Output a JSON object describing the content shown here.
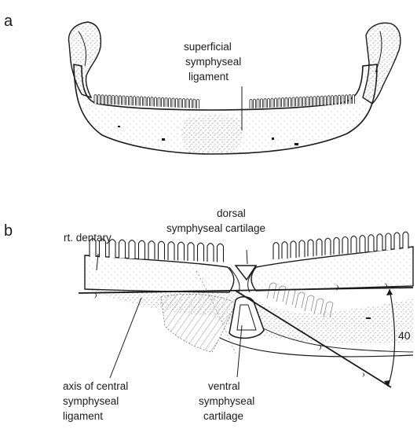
{
  "panel_a": {
    "letter": "a",
    "label": [
      "superficial",
      "symphyseal",
      "ligament"
    ]
  },
  "panel_b": {
    "letter": "b",
    "labels": {
      "rt_dentary": "rt. dentary",
      "dorsal_cartilage": [
        "dorsal",
        "symphyseal cartilage"
      ],
      "axis_ligament": [
        "axis of central",
        "symphyseal",
        "ligament"
      ],
      "ventral_cartilage": [
        "ventral",
        "symphyseal",
        "cartilage"
      ],
      "angle": "40"
    }
  },
  "colors": {
    "ink": "#1a1a1a",
    "stipple": "#6b6b6b"
  }
}
